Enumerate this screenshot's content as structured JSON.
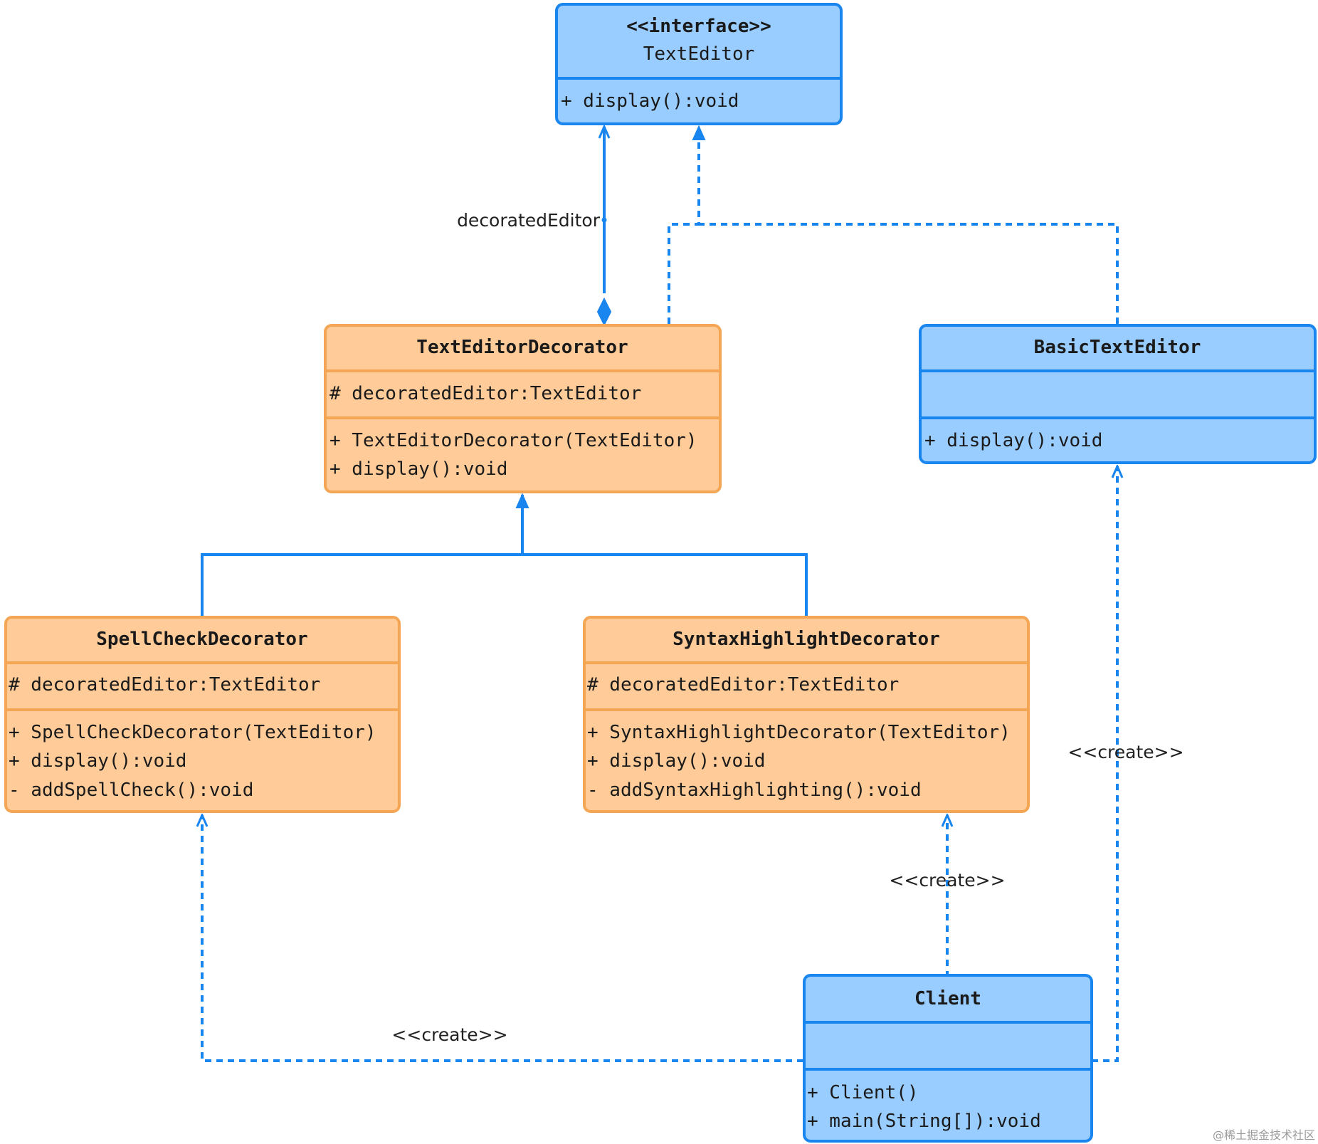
{
  "classes": {
    "texteditor": {
      "stereotype": "<<interface>>",
      "name": "TextEditor",
      "methods": [
        "+ display():void"
      ]
    },
    "decorator": {
      "name": "TextEditorDecorator",
      "attributes": [
        "# decoratedEditor:TextEditor"
      ],
      "methods": [
        "+ TextEditorDecorator(TextEditor)",
        "+ display():void"
      ]
    },
    "basic": {
      "name": "BasicTextEditor",
      "attributes": [],
      "methods": [
        "+ display():void"
      ]
    },
    "spell": {
      "name": "SpellCheckDecorator",
      "attributes": [
        "# decoratedEditor:TextEditor"
      ],
      "methods": [
        "+ SpellCheckDecorator(TextEditor)",
        "+ display():void",
        "- addSpellCheck():void"
      ]
    },
    "syntax": {
      "name": "SyntaxHighlightDecorator",
      "attributes": [
        "# decoratedEditor:TextEditor"
      ],
      "methods": [
        "+ SyntaxHighlightDecorator(TextEditor)",
        "+ display():void",
        "- addSyntaxHighlighting():void"
      ]
    },
    "client": {
      "name": "Client",
      "attributes": [],
      "methods": [
        "+ Client()",
        "+ main(String[]):void"
      ]
    }
  },
  "relations": {
    "composition_label": "decoratedEditor",
    "create_label": "<<create>>"
  },
  "watermark": "@稀土掘金技术社区",
  "colors": {
    "interface_fill": "#99ccff",
    "interface_stroke": "#1985ee",
    "decorator_fill": "#ffcc99",
    "decorator_stroke": "#f5a654",
    "connector": "#1985ee"
  }
}
